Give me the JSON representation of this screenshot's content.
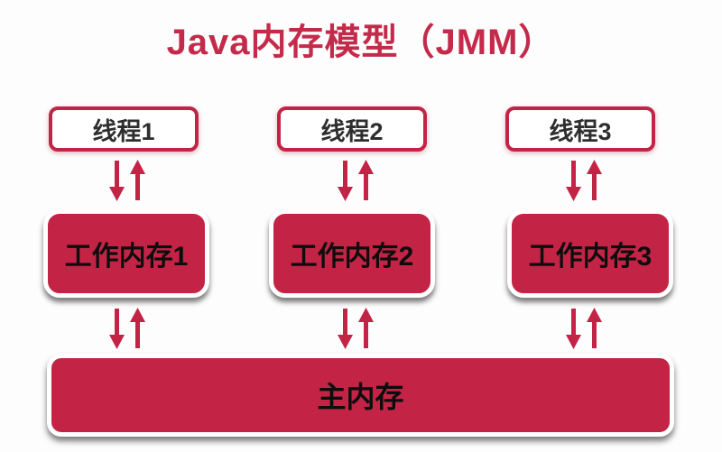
{
  "title": "Java内存模型（JMM）",
  "columns": [
    {
      "thread_label": "线程1",
      "memory_label": "工作内存1"
    },
    {
      "thread_label": "线程2",
      "memory_label": "工作内存2"
    },
    {
      "thread_label": "线程3",
      "memory_label": "工作内存3"
    }
  ],
  "main_memory_label": "主内存",
  "icons": {
    "down_arrow": "down-arrow-icon",
    "up_arrow": "up-arrow-icon"
  },
  "colors": {
    "accent_red": "#c32446",
    "title_red": "#c42b4b",
    "box_text": "#0d0d0d",
    "thread_text": "#2e2e2e",
    "background": "#fdfdfd"
  }
}
